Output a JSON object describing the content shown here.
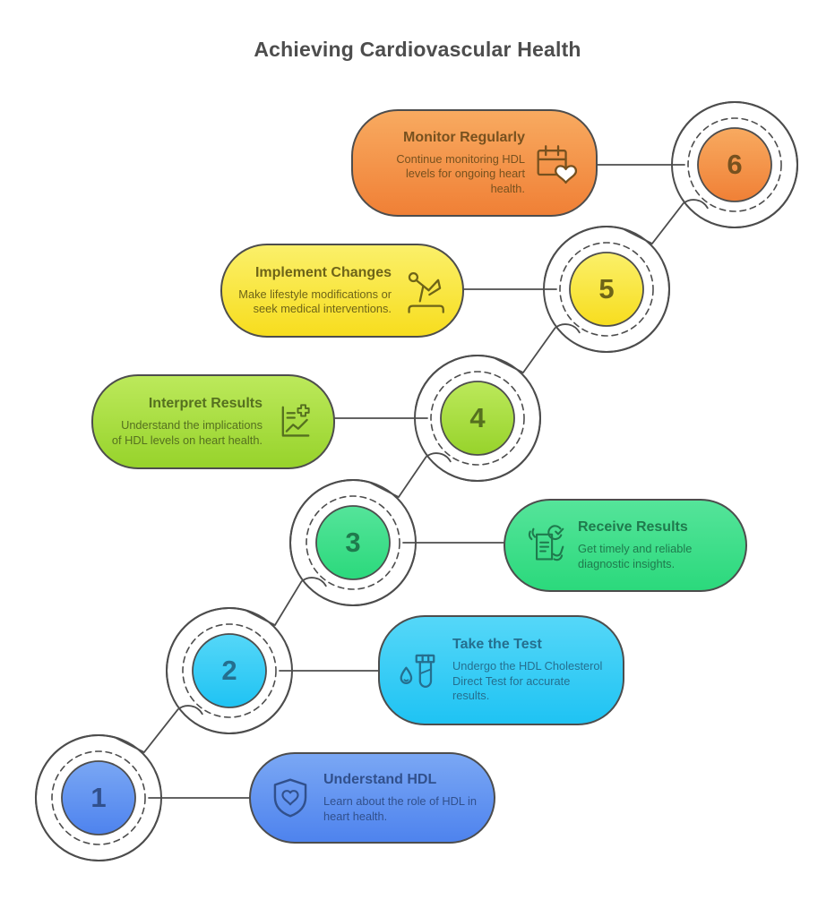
{
  "title": "Achieving Cardiovascular Health",
  "line_color": "#4d4d4d",
  "steps": [
    {
      "number": "1",
      "title": "Understand HDL",
      "description": "Learn about the role of HDL in heart health.",
      "icon": "shield-heart-icon",
      "colors": {
        "top": "#7AA7F4",
        "bottom": "#4E83EE",
        "text": "#31508C"
      }
    },
    {
      "number": "2",
      "title": "Take the Test",
      "description": "Undergo the HDL Cholesterol Direct Test for accurate results.",
      "icon": "blood-test-icon",
      "colors": {
        "top": "#55D7F8",
        "bottom": "#1FC3F3",
        "text": "#256F8F"
      }
    },
    {
      "number": "3",
      "title": "Receive Results",
      "description": "Get timely and reliable diagnostic insights.",
      "icon": "results-document-icon",
      "colors": {
        "top": "#55E49A",
        "bottom": "#2BD97C",
        "text": "#1F7A4D"
      }
    },
    {
      "number": "4",
      "title": "Interpret Results",
      "description": "Understand the implications of HDL levels on heart health.",
      "icon": "chart-cross-icon",
      "colors": {
        "top": "#BCE95B",
        "bottom": "#97D32B",
        "text": "#55701F"
      }
    },
    {
      "number": "5",
      "title": "Implement Changes",
      "description": "Make lifestyle modifications or seek medical interventions.",
      "icon": "exercise-icon",
      "colors": {
        "top": "#FBF06A",
        "bottom": "#F7DD1E",
        "text": "#6E6418"
      }
    },
    {
      "number": "6",
      "title": "Monitor Regularly",
      "description": "Continue monitoring HDL levels for ongoing heart health.",
      "icon": "calendar-heart-icon",
      "colors": {
        "top": "#F8AA60",
        "bottom": "#F08036",
        "text": "#77511F"
      }
    }
  ]
}
